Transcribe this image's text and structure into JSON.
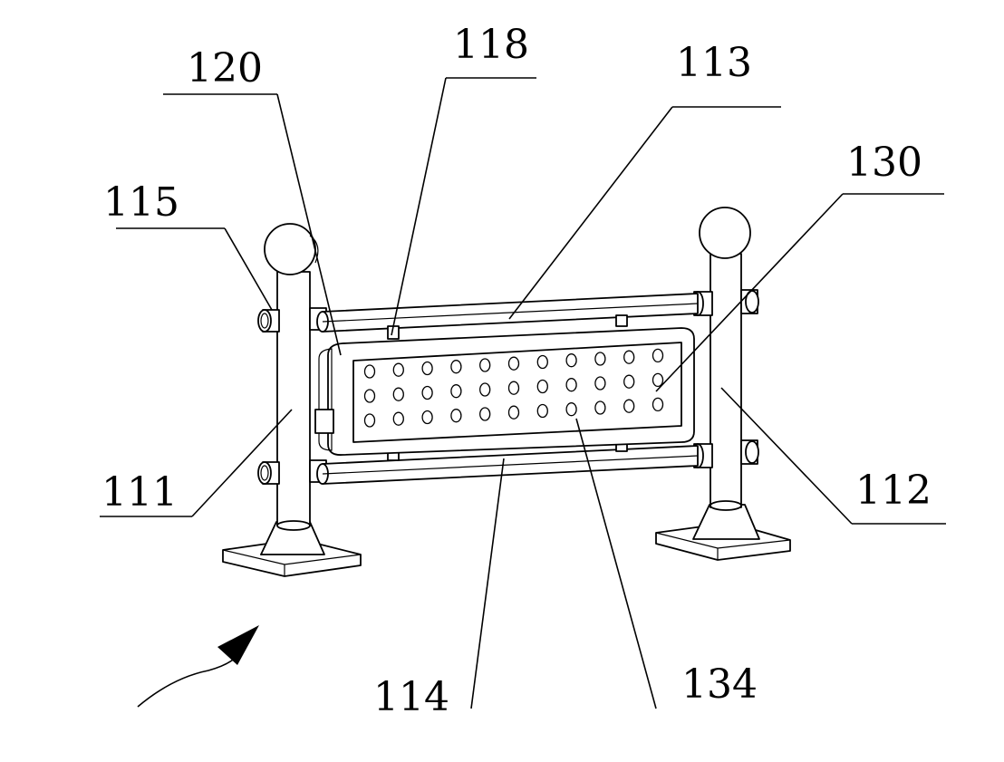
{
  "labels": {
    "l111": "111",
    "l112": "112",
    "l113": "113",
    "l114": "114",
    "l115": "115",
    "l118": "118",
    "l120": "120",
    "l130": "130",
    "l134": "134"
  },
  "panel": {
    "hole_rows": 3,
    "hole_cols": 11
  }
}
